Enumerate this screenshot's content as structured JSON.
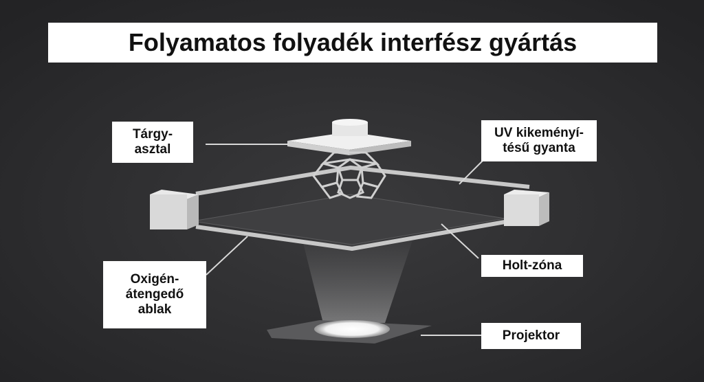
{
  "title": "Folyamatos folyadék interfész gyártás",
  "labels": {
    "platform": [
      "Tárgy-",
      "asztal"
    ],
    "resin": [
      "UV kikeményí-",
      "tésű gyanta"
    ],
    "window": [
      "Oxigén-",
      "átengedő",
      "ablak"
    ],
    "deadzone": [
      "Holt-zóna"
    ],
    "projector": [
      "Projektor"
    ]
  }
}
